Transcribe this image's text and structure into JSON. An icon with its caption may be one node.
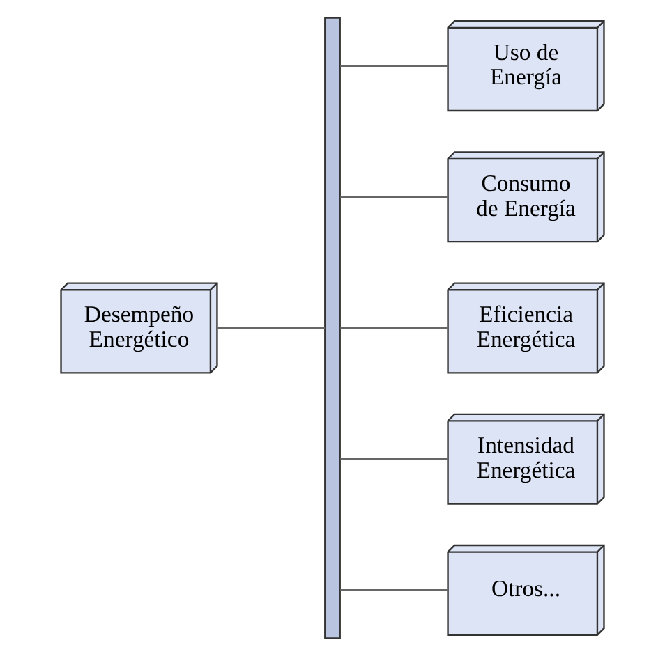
{
  "diagram": {
    "nodes": [
      {
        "text": [
          "Desempeño Energético"
        ]
      },
      {
        "text": [],
        "shape": "bar"
      },
      {
        "text": [
          "Uso de Energía"
        ]
      },
      {
        "text": [
          "Consumo de Energía"
        ]
      },
      {
        "text": [
          "Eficiencia Energética"
        ]
      },
      {
        "text": [
          "Intensidad Energética"
        ]
      },
      {
        "text": [
          "Otros..."
        ]
      }
    ],
    "edges": [
      {
        "from": 0,
        "to": 1,
        "arrow": "none"
      },
      {
        "from": 1,
        "to": 2,
        "arrow": "none"
      },
      {
        "from": 1,
        "to": 3,
        "arrow": "none"
      },
      {
        "from": 1,
        "to": 4,
        "arrow": "none"
      },
      {
        "from": 1,
        "to": 5,
        "arrow": "none"
      },
      {
        "from": 1,
        "to": 6,
        "arrow": "none"
      }
    ]
  }
}
